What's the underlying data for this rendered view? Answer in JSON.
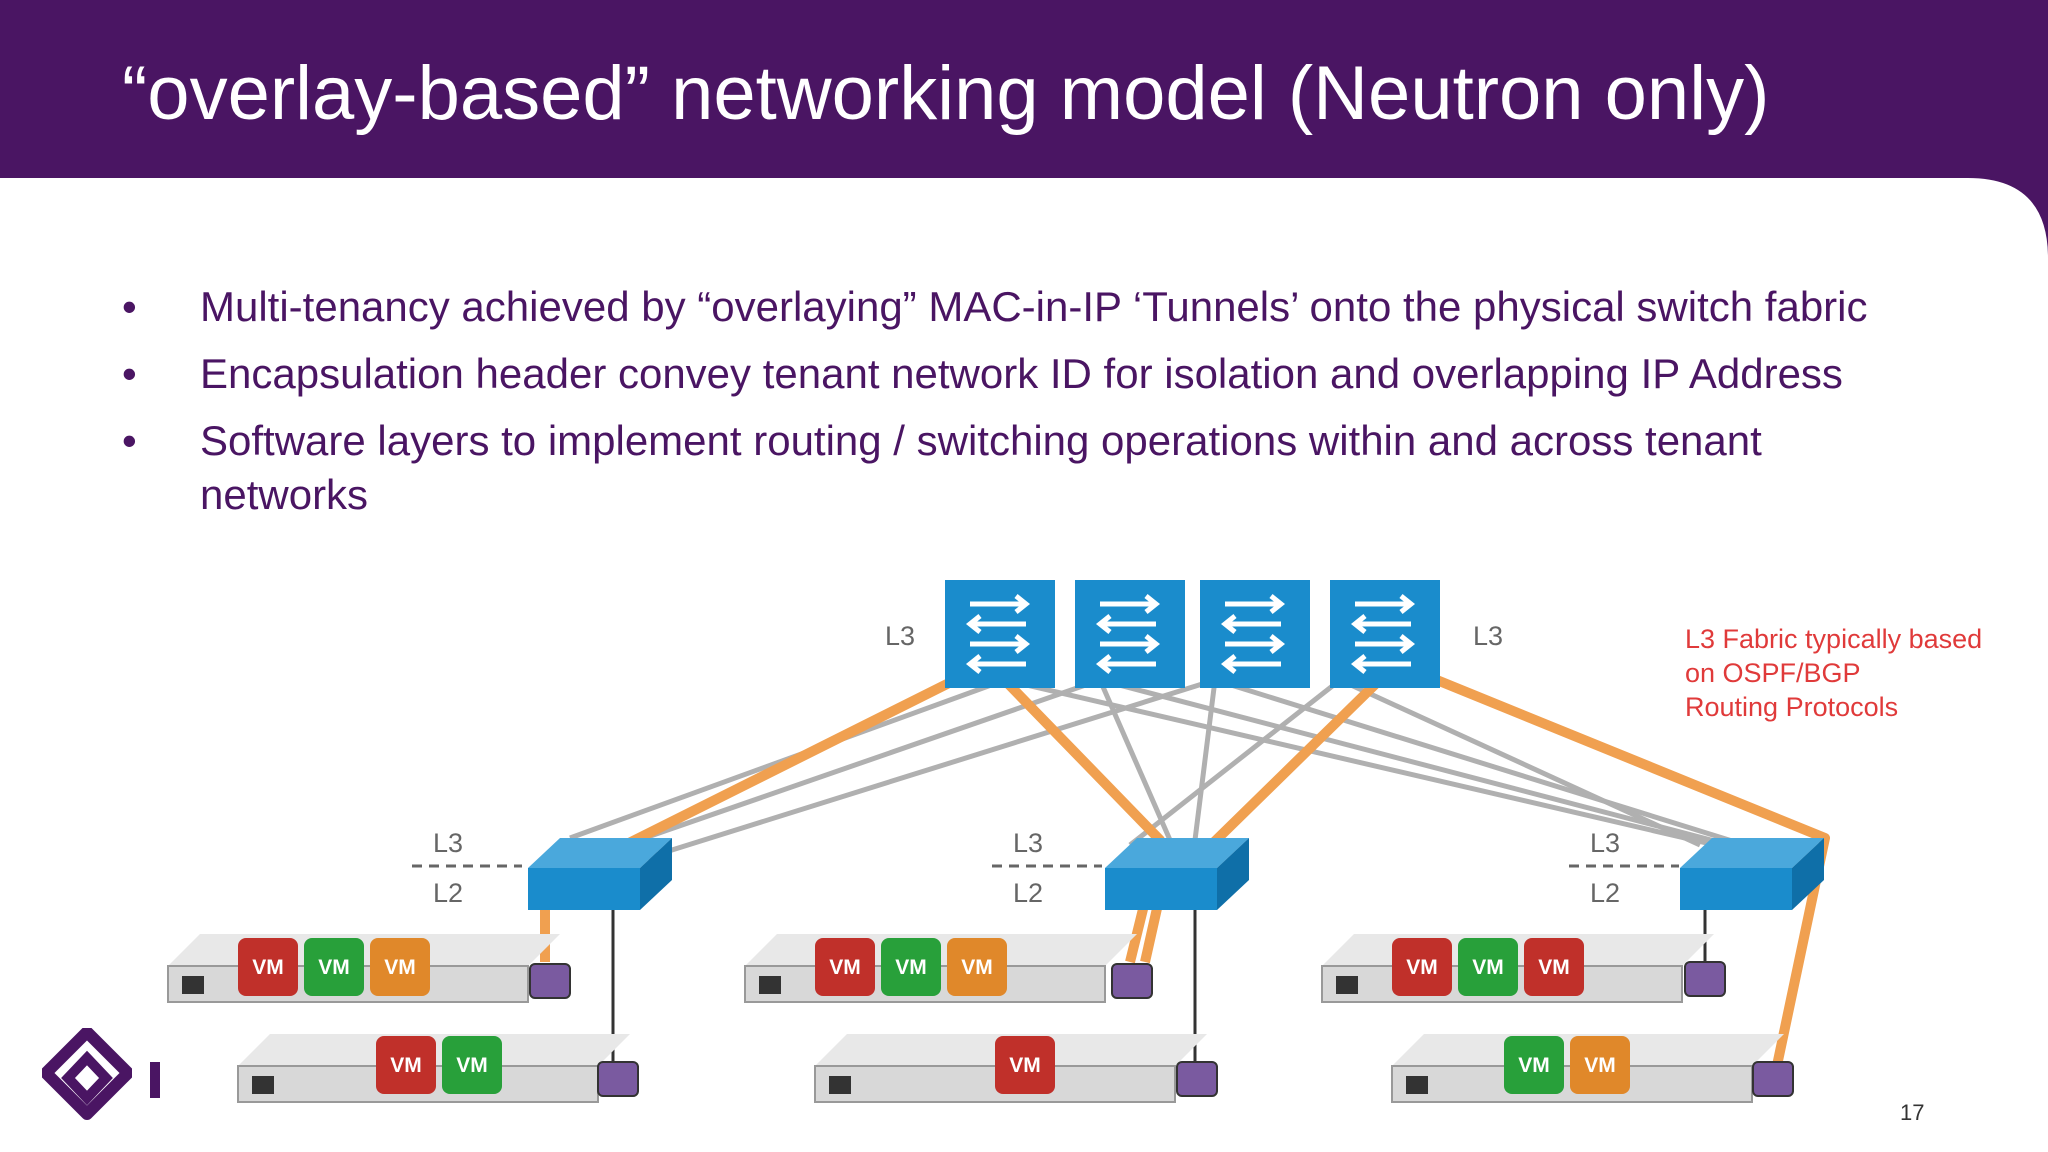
{
  "slide": {
    "title": "“overlay-based” networking model (Neutron only)",
    "bullets": [
      "Multi-tenancy achieved by “overlaying” MAC-in-IP ‘Tunnels’ onto the physical switch fabric",
      "Encapsulation header convey tenant network ID for isolation and overlapping IP Address",
      "Software layers to implement routing / switching operations within and across tenant networks"
    ],
    "bullet_glyph": "•",
    "page_number": "17"
  },
  "diagram": {
    "labels": {
      "l3_left": "L3",
      "l3_right": "L3",
      "tor_upper": "L3",
      "tor_lower": "L2"
    },
    "note": [
      "L3 Fabric typically based",
      "on OSPF/BGP",
      "Routing Protocols"
    ],
    "vm_label": "VM",
    "racks": [
      {
        "top_server_vms": [
          "red",
          "green",
          "orange"
        ],
        "bottom_server_vms": [
          "red",
          "green"
        ]
      },
      {
        "top_server_vms": [
          "red",
          "green",
          "orange"
        ],
        "bottom_server_vms": [
          "red"
        ]
      },
      {
        "top_server_vms": [
          "red",
          "green",
          "red"
        ],
        "bottom_server_vms": [
          "green",
          "orange"
        ]
      }
    ],
    "colors": {
      "header": "#4a1563",
      "switch": "#1a8ccc",
      "tunnel": "#f0a050",
      "fabric_link": "#b0b0b0",
      "nic": "#7a5aa0",
      "vm_red": "#c0302a",
      "vm_green": "#28a03a",
      "vm_orange": "#e0882a",
      "note_text": "#e03a3a"
    },
    "icons": [
      "spine-switch-icon",
      "tor-switch-icon",
      "server-icon",
      "nic-icon"
    ]
  }
}
